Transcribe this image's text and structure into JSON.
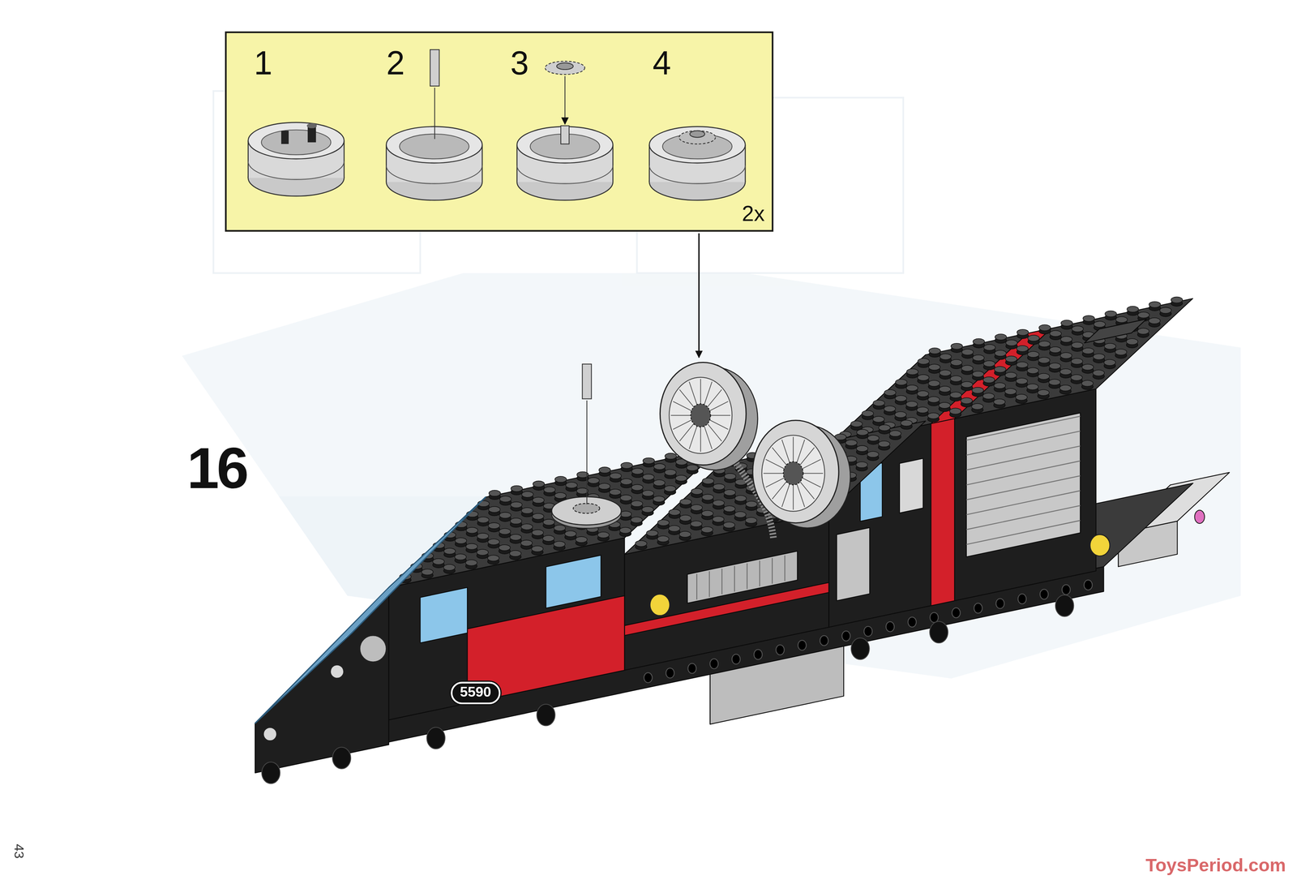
{
  "diagram": {
    "nodes": [
      {
        "text": [
          "1",
          "2",
          "3",
          "4",
          "2x"
        ]
      }
    ],
    "labels": [
      "16",
      "5590",
      "43",
      "ToysPeriod.com"
    ]
  }
}
